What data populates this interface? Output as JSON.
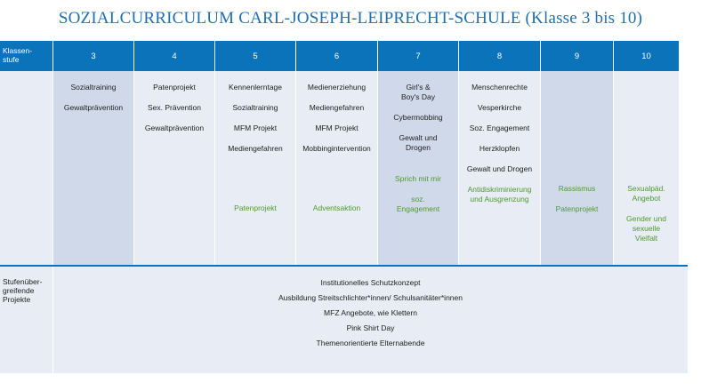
{
  "title": "SOZIALCURRICULUM CARL-JOSEPH-LEIPRECHT-SCHULE (Klasse 3 bis 10)",
  "header": {
    "first_label": "Klassen-\nstufe",
    "grades": [
      "3",
      "4",
      "5",
      "6",
      "7",
      "8",
      "9",
      "10"
    ]
  },
  "columns": [
    {
      "items": [
        "Sozialtraining",
        "Gewaltprävention"
      ],
      "green": []
    },
    {
      "items": [
        "Patenprojekt",
        "Sex. Prävention",
        "Gewaltprävention"
      ],
      "green": []
    },
    {
      "items": [
        "Kennenlerntage",
        "Sozialtraining",
        "MFM Projekt",
        "Mediengefahren"
      ],
      "green": [
        "Patenprojekt"
      ]
    },
    {
      "items": [
        "Medienerziehung",
        "Mediengefahren",
        "MFM Projekt",
        "Mobbingintervention"
      ],
      "green": [
        "Adventsaktion"
      ]
    },
    {
      "items": [
        "Girl's &\nBoy's Day",
        "Cybermobbing",
        "Gewalt und\nDrogen"
      ],
      "green": [
        "Sprich mit mir",
        "soz.\nEngagement"
      ]
    },
    {
      "items": [
        "Menschenrechte",
        "Vesperkirche",
        "Soz. Engagement",
        "Herzklopfen",
        "Gewalt und Drogen"
      ],
      "green": [
        "Antidiskriminierung\nund Ausgrenzung"
      ]
    },
    {
      "items": [],
      "green": [
        "Rassismus",
        "Patenprojekt"
      ]
    },
    {
      "items": [],
      "green": [
        "Sexualpäd.\nAngebot",
        "Gender und\nsexuelle\nVielfalt"
      ]
    }
  ],
  "cross_projects": {
    "label": "Stufenüber-\ngreifende\nProjekte",
    "items": [
      "Institutionelles Schutzkonzept",
      "Ausbildung Streitschlichter*innen/ Schulsanitäter*innen",
      "MFZ Angebote, wie Klettern",
      "Pink Shirt Day",
      "Themenorientierte Elternabende"
    ]
  },
  "colors": {
    "title": "#1F6FB2",
    "header_bg": "#0B73BA",
    "cell_dark": "#D0D9EA",
    "cell_light": "#E7ECF5",
    "green_text": "#4E9A2E"
  }
}
